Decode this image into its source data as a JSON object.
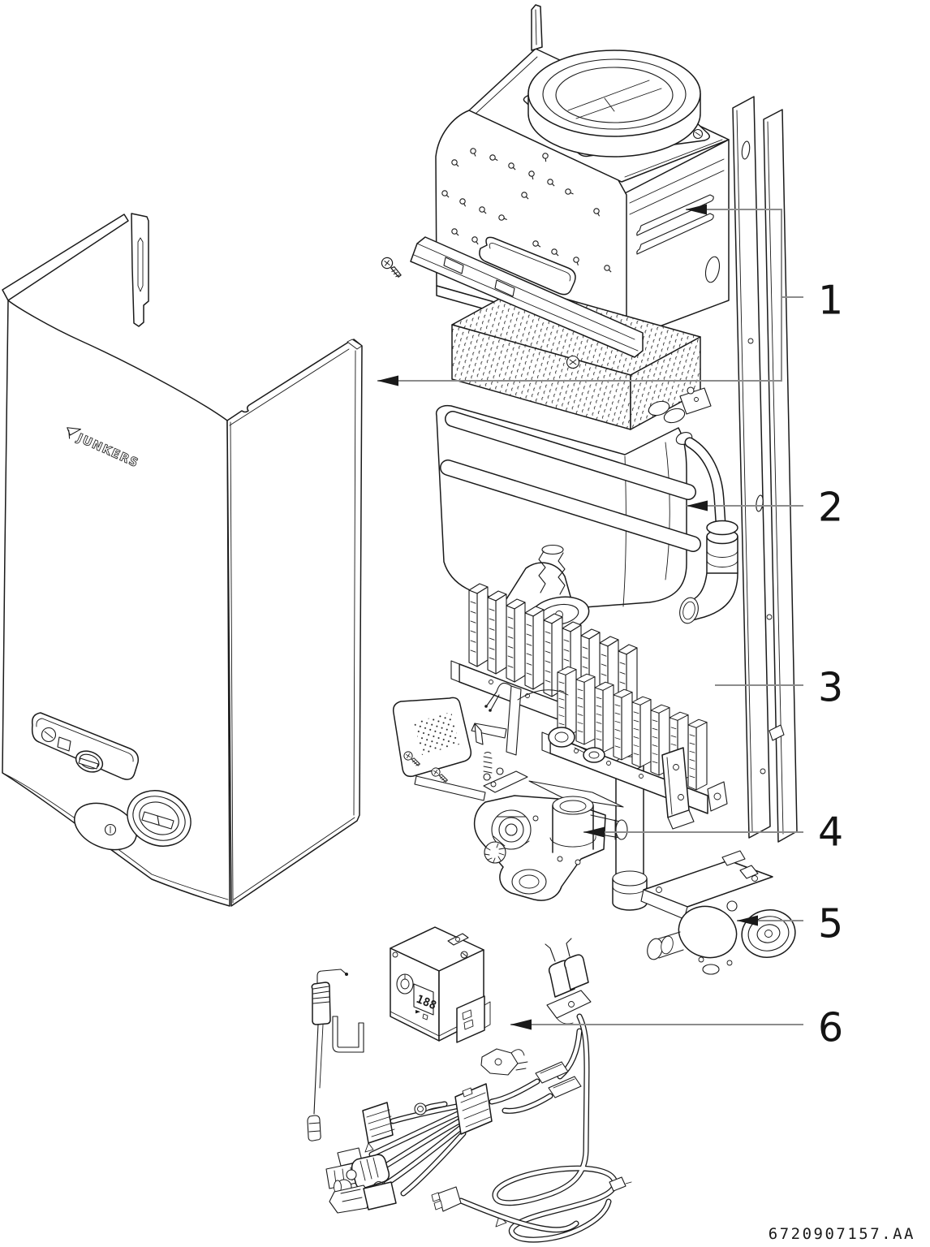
{
  "diagram": {
    "kind": "exploded-parts-diagram",
    "colors": {
      "line": "#1a1a1a",
      "leader": "#8c8c8c",
      "background": "#ffffff"
    }
  },
  "casing": {
    "brand_logo": "JUNKERS"
  },
  "control_unit": {
    "display_value": "188"
  },
  "callouts": [
    {
      "number": "1"
    },
    {
      "number": "2"
    },
    {
      "number": "3"
    },
    {
      "number": "4"
    },
    {
      "number": "5"
    },
    {
      "number": "6"
    }
  ],
  "footer": {
    "doc_number": "6720907157.AA"
  }
}
